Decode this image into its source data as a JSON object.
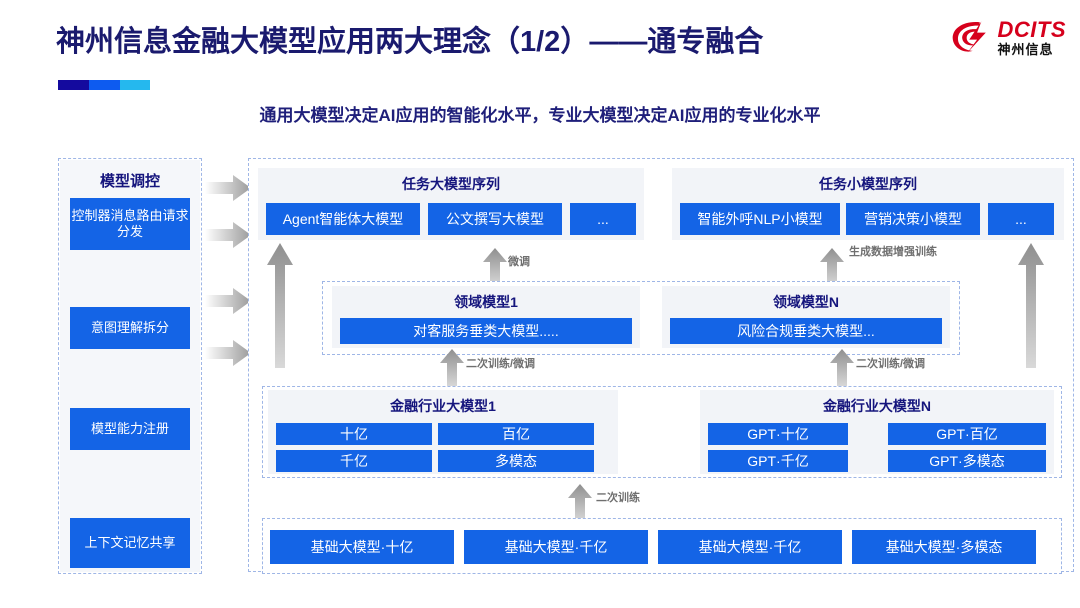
{
  "header": {
    "title": "神州信息金融大模型应用两大理念（1/2）——通专融合",
    "subtitle": "通用大模型决定AI应用的智能化水平，专业大模型决定AI应用的专业化水平",
    "logo_en": "DCITS",
    "logo_cn": "神州信息",
    "accent_colors": [
      "#140a9e",
      "#0d5bf0",
      "#25b8ee"
    ],
    "title_color": "#1a1a6e",
    "subtitle_color": "#1f1f7a",
    "brand_red": "#d6001c"
  },
  "sidebar": {
    "title": "模型调控",
    "items": [
      {
        "label": "控制器消息路由请求分发"
      },
      {
        "label": "意图理解拆分"
      },
      {
        "label": "模型能力注册"
      },
      {
        "label": "上下文记忆共享"
      }
    ]
  },
  "task_large": {
    "title": "任务大模型序列",
    "chips": [
      "Agent智能体大模型",
      "公文撰写大模型",
      "..."
    ]
  },
  "task_small": {
    "title": "任务小模型序列",
    "chips": [
      "智能外呼NLP小模型",
      "营销决策小模型",
      "..."
    ]
  },
  "domain_models": [
    {
      "title": "领域模型1",
      "chip": "对客服务垂类大模型....."
    },
    {
      "title": "领域模型N",
      "chip": "风险合规垂类大模型..."
    }
  ],
  "industry_models": [
    {
      "title": "金融行业大模型1",
      "chips": [
        "十亿",
        "百亿",
        "千亿",
        "多模态"
      ]
    },
    {
      "title": "金融行业大模型N",
      "chips": [
        "GPT·十亿",
        "GPT·百亿",
        "GPT·千亿",
        "GPT·多模态"
      ]
    }
  ],
  "foundation_models": {
    "chips": [
      "基础大模型·十亿",
      "基础大模型·千亿",
      "基础大模型·千亿",
      "基础大模型·多模态"
    ]
  },
  "arrow_labels": {
    "fine_tune": "微调",
    "gen_data_aug": "生成数据增强训练",
    "retrain_finetune_1": "二次训练/微调",
    "retrain_finetune_2": "二次训练/微调",
    "retrain": "二次训练"
  },
  "colors": {
    "chip_blue": "#1464e6",
    "panel_gray": "#f2f4f8",
    "dashed_border": "#9fb6e6",
    "arrow_gray": "#a7a7a7"
  }
}
